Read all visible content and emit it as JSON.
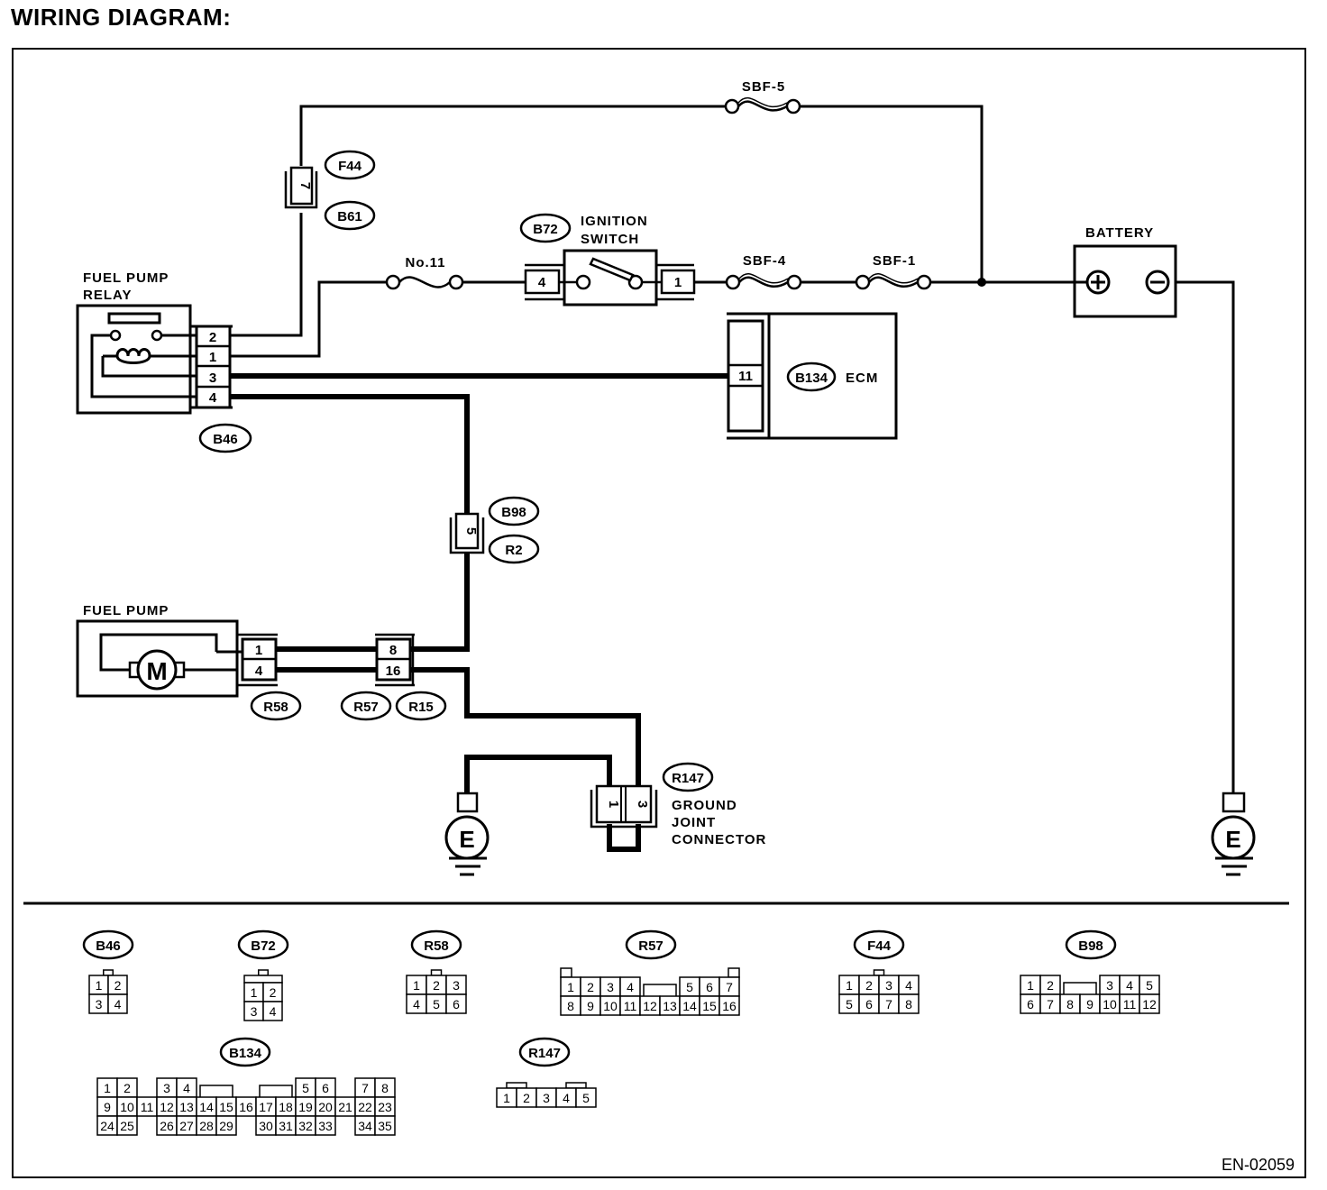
{
  "title": "WIRING DIAGRAM:",
  "figure_code": "EN-02059",
  "components": {
    "fuel_pump_relay": {
      "label_line1": "FUEL PUMP",
      "label_line2": "RELAY",
      "connector": "B46",
      "pins": [
        "2",
        "1",
        "3",
        "4"
      ]
    },
    "ignition_switch": {
      "label_line1": "IGNITION",
      "label_line2": "SWITCH",
      "connector": "B72",
      "pin_in": "4",
      "pin_out": "1"
    },
    "battery": {
      "label": "BATTERY",
      "plus": "+",
      "minus": "−"
    },
    "ecm": {
      "label": "ECM",
      "connector": "B134",
      "pin": "11"
    },
    "fuel_pump": {
      "label": "FUEL PUMP",
      "motor": "M",
      "connector": "R58",
      "pins": [
        "1",
        "4"
      ]
    },
    "ground_joint": {
      "label_line1": "GROUND",
      "label_line2": "JOINT",
      "label_line3": "CONNECTOR",
      "connector": "R147",
      "pins": [
        "1",
        "3"
      ]
    },
    "ground_symbol": "E"
  },
  "fuses": {
    "sbf5": "SBF-5",
    "no11": "No.11",
    "sbf4": "SBF-4",
    "sbf1": "SBF-1"
  },
  "inline_connectors": {
    "f44_b61": {
      "tags": [
        "F44",
        "B61"
      ],
      "pin": "7"
    },
    "b98_r2": {
      "tags": [
        "B98",
        "R2"
      ],
      "pin": "5"
    },
    "r57_r15": {
      "tags": [
        "R57",
        "R15"
      ],
      "pins": [
        "8",
        "16"
      ]
    }
  },
  "connector_views": [
    {
      "id": "B46",
      "rows": [
        [
          "1",
          "2"
        ],
        [
          "3",
          "4"
        ]
      ]
    },
    {
      "id": "B72",
      "rows": [
        [
          "1",
          "2"
        ],
        [
          "3",
          "4"
        ]
      ]
    },
    {
      "id": "R58",
      "rows": [
        [
          "1",
          "2",
          "3"
        ],
        [
          "4",
          "5",
          "6"
        ]
      ]
    },
    {
      "id": "R57",
      "rows": [
        [
          "1",
          "2",
          "3",
          "4",
          "",
          "",
          "5",
          "6",
          "7"
        ],
        [
          "8",
          "9",
          "10",
          "11",
          "12",
          "13",
          "14",
          "15",
          "16"
        ]
      ]
    },
    {
      "id": "F44",
      "rows": [
        [
          "1",
          "2",
          "3",
          "4"
        ],
        [
          "5",
          "6",
          "7",
          "8"
        ]
      ]
    },
    {
      "id": "B98",
      "rows": [
        [
          "1",
          "2",
          "",
          "",
          "3",
          "4",
          "5"
        ],
        [
          "6",
          "7",
          "8",
          "9",
          "10",
          "11",
          "12"
        ]
      ]
    },
    {
      "id": "B134",
      "rows": [
        [
          "1",
          "2",
          "",
          "3",
          "4",
          "",
          "",
          "",
          "",
          "",
          "5",
          "6",
          "",
          "7",
          "8"
        ],
        [
          "9",
          "10",
          "11",
          "12",
          "13",
          "14",
          "15",
          "16",
          "17",
          "18",
          "19",
          "20",
          "21",
          "22",
          "23"
        ],
        [
          "24",
          "25",
          "",
          "26",
          "27",
          "28",
          "29",
          "",
          "30",
          "31",
          "32",
          "33",
          "",
          "34",
          "35"
        ]
      ]
    },
    {
      "id": "R147",
      "rows": [
        [
          "1",
          "2",
          "3",
          "4",
          "5"
        ]
      ]
    }
  ]
}
